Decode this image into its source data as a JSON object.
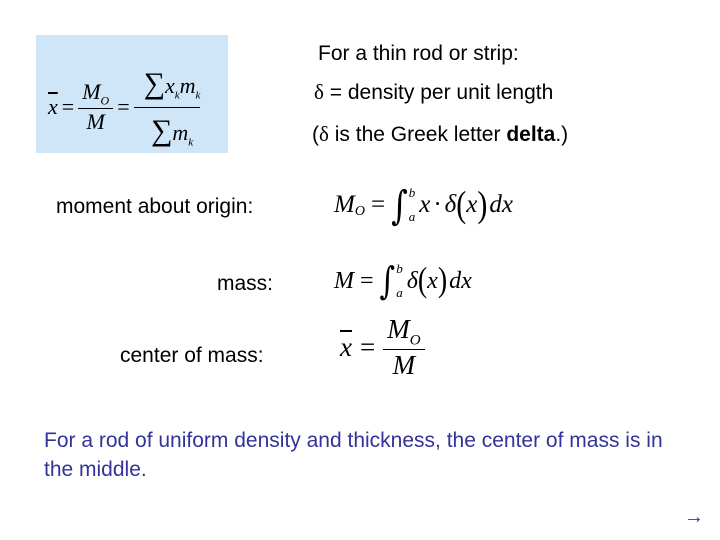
{
  "formula_box": {
    "lhs_var": "x",
    "moment": "M",
    "moment_sub": "O",
    "mass": "M",
    "sum": "∑",
    "x_k": "x",
    "m_k": "m",
    "k_sub": "k",
    "equals": "="
  },
  "intro": {
    "line1": "For a thin rod or strip:",
    "delta": "δ",
    "line2_rest": " = density per unit length",
    "paren_open": "(",
    "line3_mid": " is the Greek letter ",
    "line3_bold": "delta",
    "line3_end": ".)"
  },
  "rows": {
    "moment_label": "moment about origin:",
    "mass_label": "mass:",
    "center_label": "center of mass:"
  },
  "math": {
    "M": "M",
    "O": "O",
    "x": "x",
    "delta": "δ",
    "dx": "dx",
    "a": "a",
    "b": "b",
    "integral": "∫",
    "dot": "·",
    "equals": "=",
    "lparen": "(",
    "rparen": ")"
  },
  "note": "For a rod of uniform density and thickness, the center of mass is in the middle.",
  "nav": {
    "next_arrow": "→"
  },
  "colors": {
    "box_bg": "#cfe5f8",
    "note_text": "#33339a"
  }
}
